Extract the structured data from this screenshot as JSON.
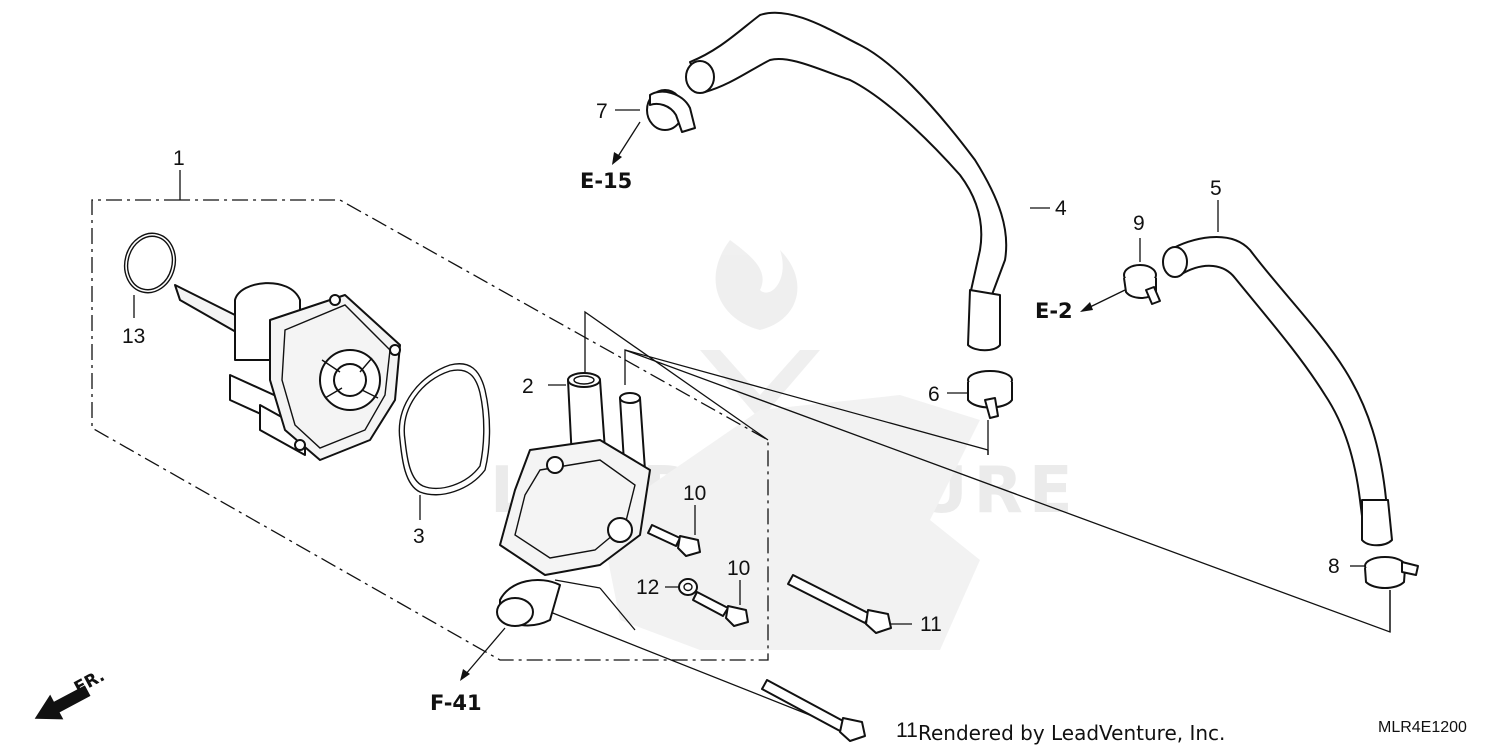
{
  "diagram": {
    "callouts": {
      "c1": "1",
      "c2": "2",
      "c3": "3",
      "c4": "4",
      "c5": "5",
      "c6": "6",
      "c7": "7",
      "c8": "8",
      "c9": "9",
      "c10a": "10",
      "c10b": "10",
      "c11a": "11",
      "c11b": "11",
      "c12": "12",
      "c13": "13"
    },
    "references": {
      "e15": "E-15",
      "e2": "E-2",
      "f41": "F-41"
    },
    "front_indicator": "FR.",
    "credit": "Rendered by LeadVenture, Inc.",
    "diagram_code": "MLR4E1200",
    "watermark": "LEADVENTURE"
  }
}
